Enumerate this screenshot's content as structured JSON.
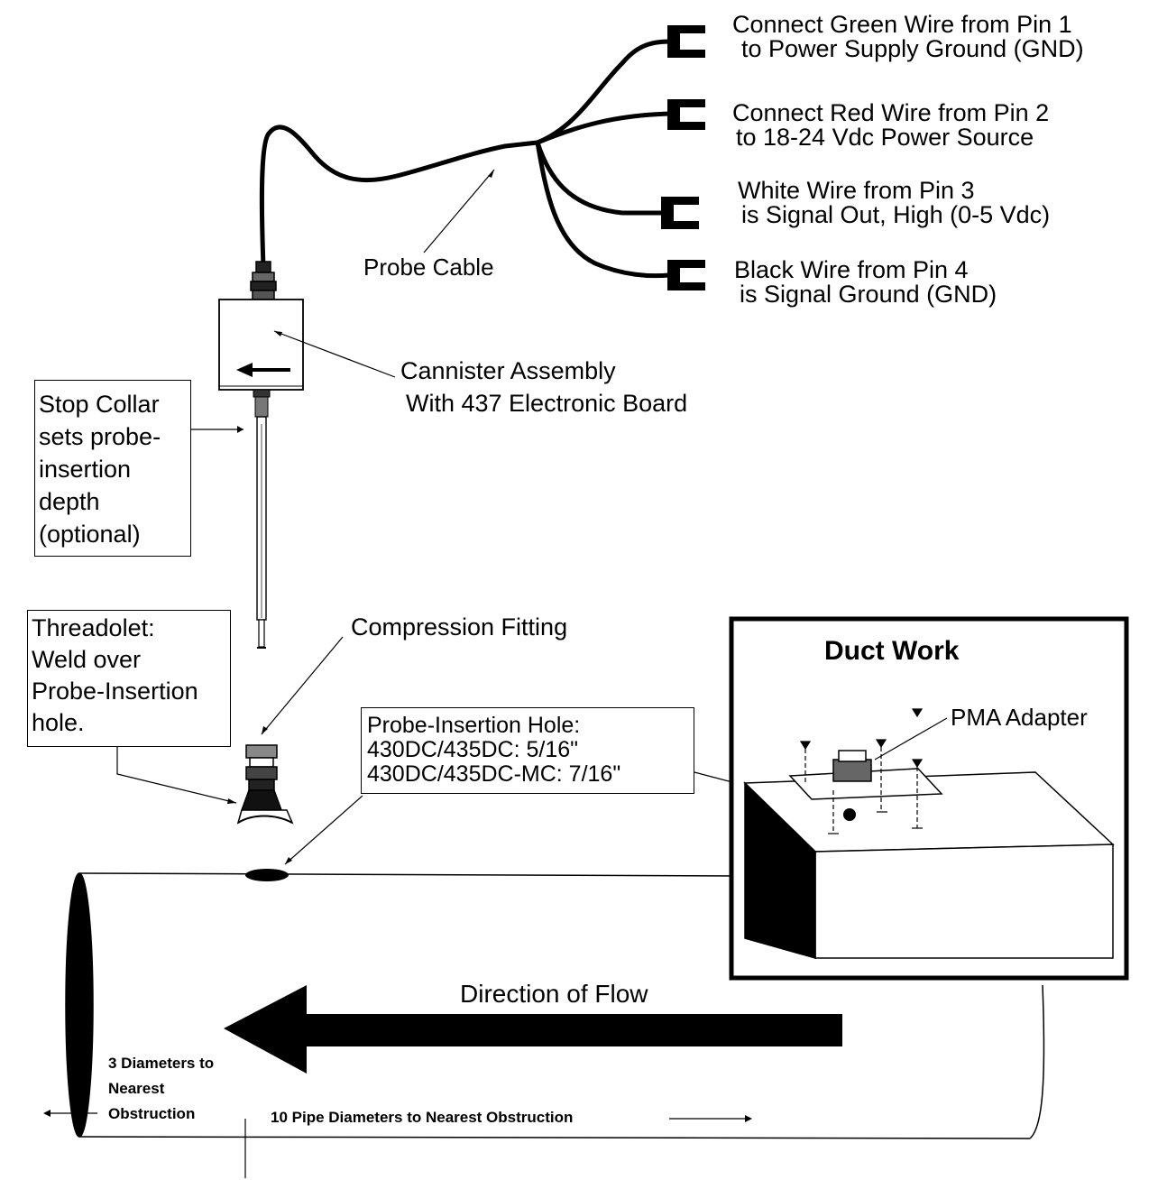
{
  "wires": {
    "green": [
      "Connect Green Wire from Pin 1",
      "to Power Supply Ground (GND)"
    ],
    "red": [
      "Connect Red Wire from Pin 2",
      "to 18-24 Vdc Power Source"
    ],
    "white": [
      "White Wire from Pin 3",
      "is Signal Out, High (0-5 Vdc)"
    ],
    "black": [
      "Black Wire from Pin 4",
      "is Signal Ground (GND)"
    ]
  },
  "probe_cable": "Probe Cable",
  "cannister": [
    "Cannister Assembly",
    "With 437 Electronic Board"
  ],
  "stop_collar": [
    "Stop Collar",
    "sets probe-",
    "insertion",
    "depth",
    "(optional)"
  ],
  "threadolet": [
    "Threadolet:",
    "Weld over",
    "Probe-Insertion",
    "hole."
  ],
  "compression_fitting": "Compression Fitting",
  "insertion_hole": [
    "Probe-Insertion Hole:",
    "430DC/435DC:  5/16\"",
    "430DC/435DC-MC:  7/16\""
  ],
  "duct_work": "Duct Work",
  "pma_adapter": "PMA Adapter",
  "direction_of_flow": "Direction of Flow",
  "three_diameters": [
    "3 Diameters to",
    "Nearest",
    "Obstruction"
  ],
  "ten_diameters": "10 Pipe Diameters to Nearest Obstruction"
}
